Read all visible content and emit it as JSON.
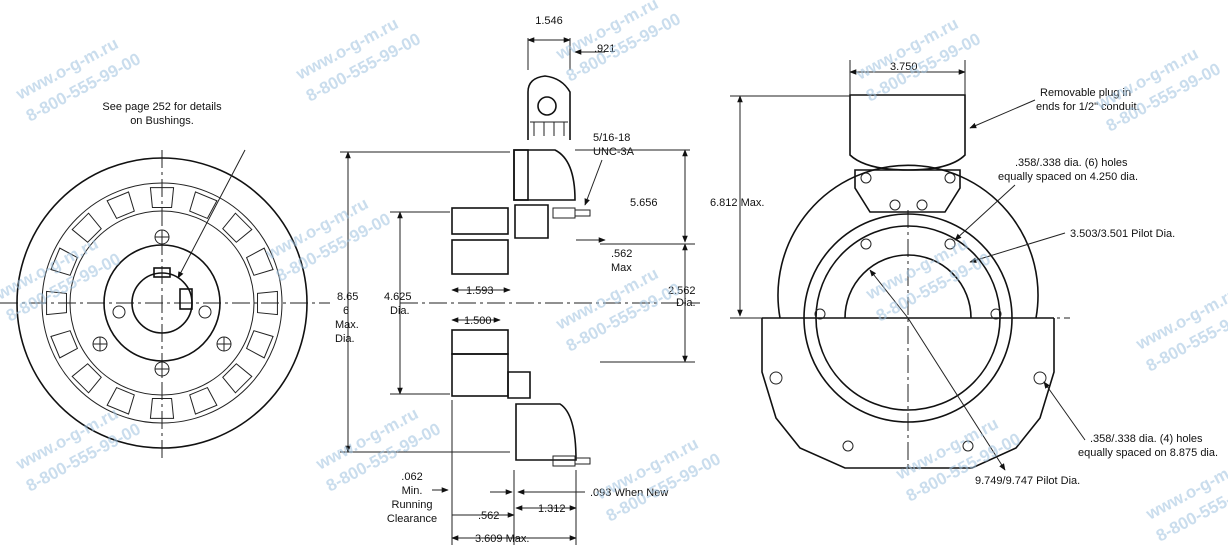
{
  "watermark": {
    "site": "www.o-g-m.ru",
    "phone": "8-800-555-99-00"
  },
  "left_view": {
    "note_line1": "See page 252 for details",
    "note_line2": "on Bushings."
  },
  "middle_view": {
    "dim_1546": "1.546",
    "dim_921": ".921",
    "thread_line1": "5/16-18",
    "thread_line2": "UNC-3A",
    "dim_5656": "5.656",
    "dim_562_top": ".562",
    "dim_562_top_sub": "Max",
    "dim_2562": "2.562",
    "dim_2562_sub": "Dia.",
    "dim_8656_a": "8.65",
    "dim_8656_b": "6",
    "dim_8656_c": "Max.",
    "dim_8656_d": "Dia.",
    "dim_4625": "4.625",
    "dim_4625_sub": "Dia.",
    "dim_1593": "1.593",
    "dim_1500": "1.500",
    "dim_062_a": ".062",
    "dim_062_b": "Min.",
    "dim_062_c": "Running",
    "dim_062_d": "Clearance",
    "dim_093": ".093 When New",
    "dim_562_bot": ".562",
    "dim_1312": "1.312",
    "dim_3609": "3.609 Max."
  },
  "right_view": {
    "dim_3750": "3.750",
    "plug_line1": "Removable plug in",
    "plug_line2": "ends for 1/2\" conduit.",
    "holes6_line1": ".358/.338 dia. (6) holes",
    "holes6_line2": "equally spaced on 4.250 dia.",
    "dim_6812": "6.812 Max.",
    "pilot_3503": "3.503/3.501 Pilot Dia.",
    "holes4_line1": ".358/.338 dia. (4) holes",
    "holes4_line2": "equally spaced on 8.875 dia.",
    "pilot_9749": "9.749/9.747 Pilot Dia."
  }
}
